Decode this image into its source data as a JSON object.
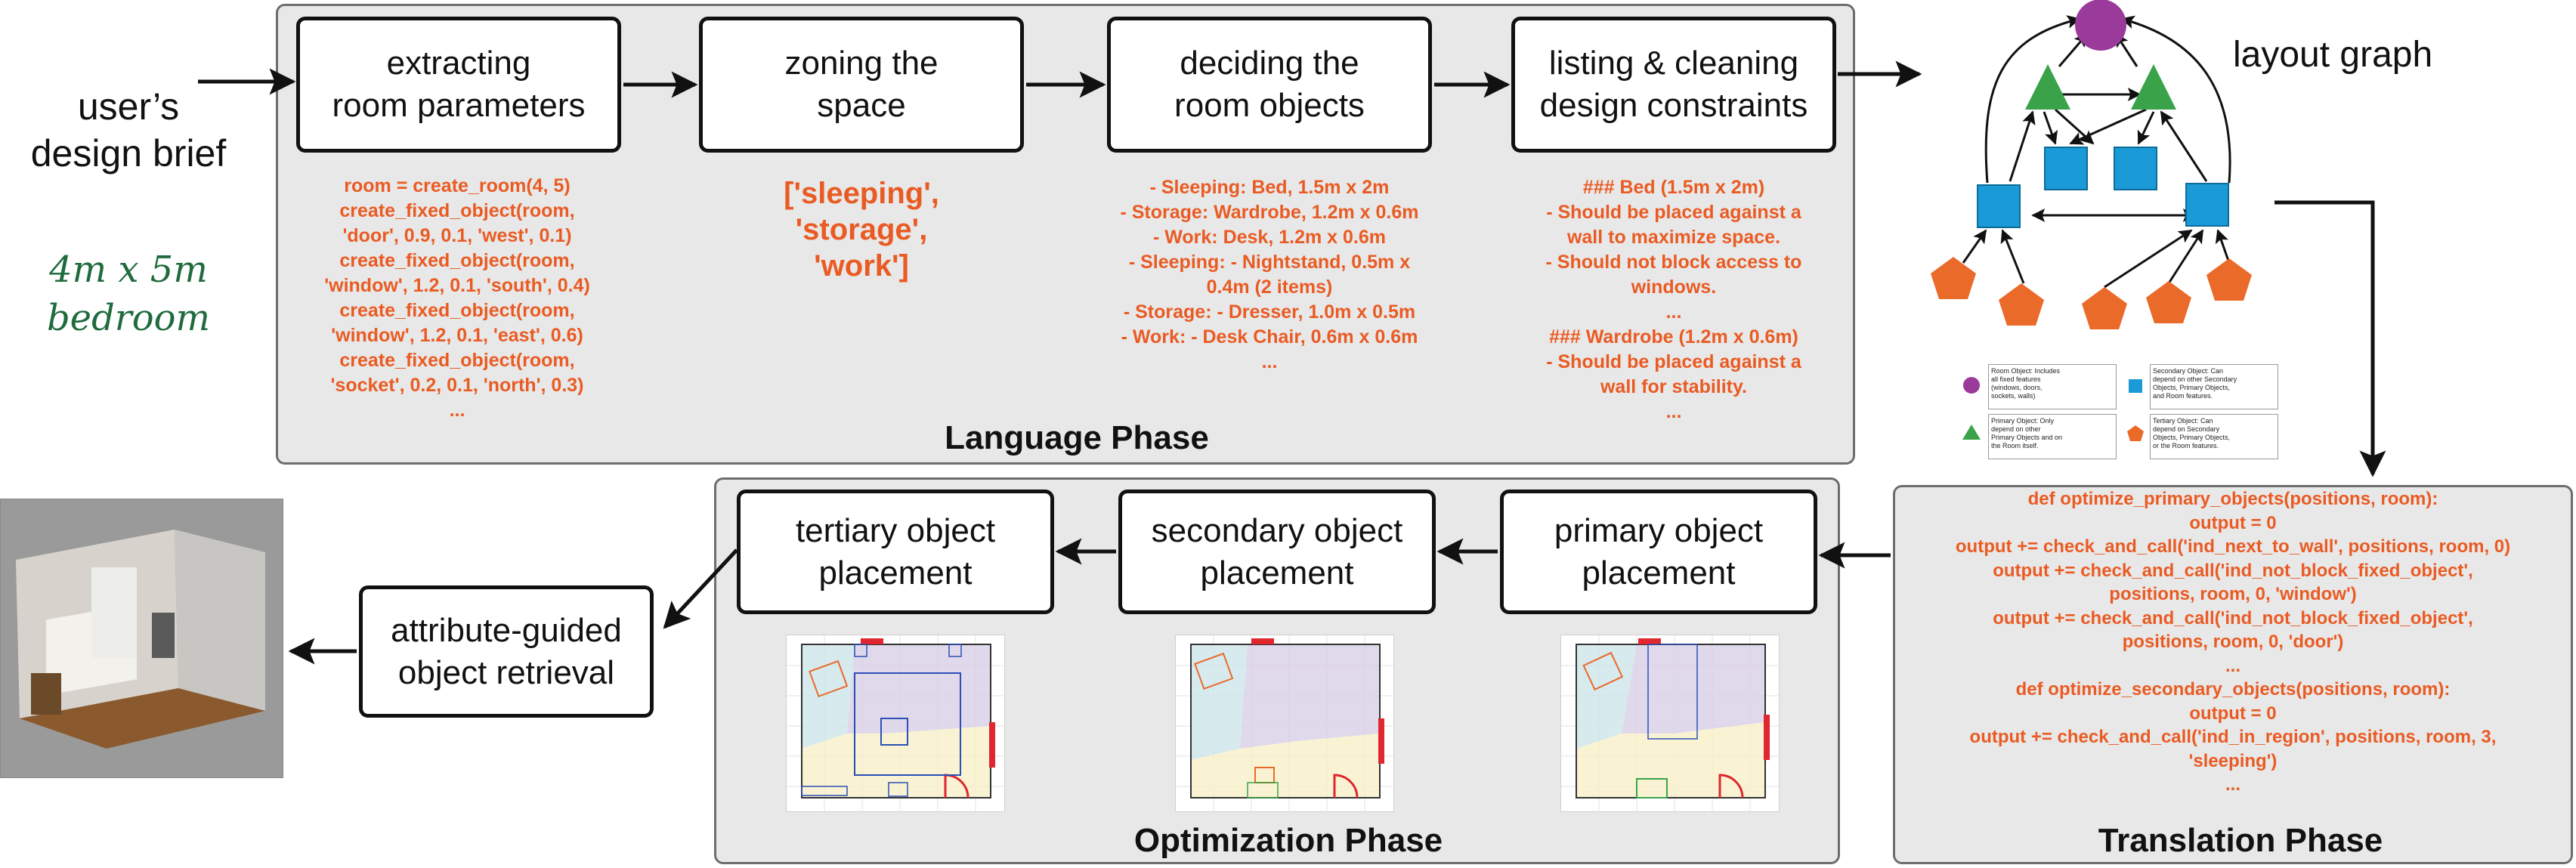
{
  "brief": {
    "text": "user’s\ndesign brief",
    "handwritten": "4m x 5m\nbedroom"
  },
  "language_phase": {
    "label": "Language Phase",
    "steps": [
      {
        "label": "extracting\nroom parameters"
      },
      {
        "label": "zoning the\nspace"
      },
      {
        "label": "deciding the\nroom objects"
      },
      {
        "label": "listing & cleaning\ndesign constraints"
      }
    ],
    "code_params": "room = create_room(4, 5)\ncreate_fixed_object(room,\n'door', 0.9, 0.1, 'west', 0.1)\ncreate_fixed_object(room,\n'window', 1.2, 0.1, 'south', 0.4)\ncreate_fixed_object(room,\n'window', 1.2, 0.1, 'east', 0.6)\ncreate_fixed_object(room,\n'socket', 0.2, 0.1, 'north', 0.3)\n...",
    "zones": "['sleeping',\n'storage',\n'work']",
    "objects": "- Sleeping: Bed, 1.5m x 2m\n- Storage: Wardrobe, 1.2m x 0.6m\n- Work: Desk, 1.2m x 0.6m\n- Sleeping: - Nightstand, 0.5m x\n0.4m (2 items)\n- Storage: - Dresser, 1.0m x 0.5m\n- Work: - Desk Chair, 0.6m x 0.6m\n...",
    "constraints": "### Bed (1.5m x 2m)\n- Should be placed against a\nwall to maximize space.\n- Should not block access to\nwindows.\n...\n### Wardrobe (1.2m x 0.6m)\n- Should be placed against a\nwall for stability.\n..."
  },
  "layout_graph": {
    "title": "layout graph",
    "legend": [
      {
        "label": "Room Object: Includes\nall fixed features\n(windows, doors,\nsockets, walls)",
        "shape": "circle",
        "color": "#9a3a9a"
      },
      {
        "label": "Secondary Object: Can\ndepend on other Secondary\nObjects, Primary Objects,\nand Room features.",
        "shape": "square",
        "color": "#1a9ad6"
      },
      {
        "label": "Primary Object: Only\ndepend on other\nPrimary Objects and on\nthe Room itself.",
        "shape": "triangle",
        "color": "#3aa34a"
      },
      {
        "label": "Tertiary Object: Can\ndepend on Secondary\nObjects, Primary Objects,\nor the Room features.",
        "shape": "pentagon",
        "color": "#ea6a2a"
      }
    ]
  },
  "translation_phase": {
    "label": "Translation Phase",
    "code": "def optimize_primary_objects(positions, room):\noutput = 0\noutput  += check_and_call('ind_next_to_wall', positions, room, 0)\noutput  += check_and_call('ind_not_block_fixed_object',\npositions, room, 0, 'window')\noutput  += check_and_call('ind_not_block_fixed_object',\npositions, room, 0, 'door')\n...\ndef optimize_secondary_objects(positions, room):\noutput = 0\noutput  += check_and_call('ind_in_region', positions, room, 3,\n'sleeping')\n..."
  },
  "optimization_phase": {
    "label": "Optimization Phase",
    "steps": [
      {
        "label": "tertiary object\nplacement"
      },
      {
        "label": "secondary object\nplacement"
      },
      {
        "label": "primary object\nplacement"
      }
    ]
  },
  "retrieval": {
    "label": "attribute-guided\nobject retrieval"
  },
  "colors": {
    "accent_orange": "#ea5b23",
    "panel_gray": "#e8e8e8",
    "room_purple": "#9a3a9a",
    "primary_green": "#3aa34a",
    "secondary_blue": "#1a9ad6",
    "tertiary_orange": "#ea6a2a",
    "handwriting_green": "#1f6b3e"
  }
}
